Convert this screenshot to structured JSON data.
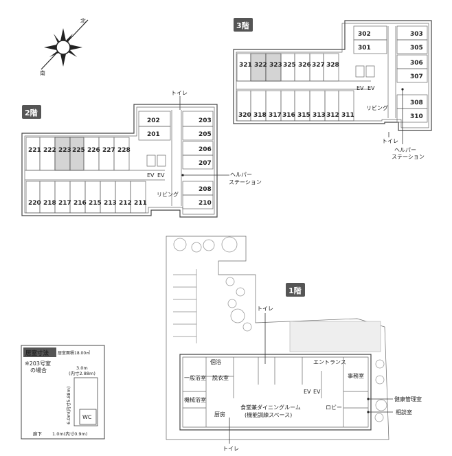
{
  "floors": {
    "f3": {
      "label": "3階",
      "rooms_top": [
        "321",
        "322",
        "323",
        "325",
        "326",
        "327",
        "328"
      ],
      "rooms_bottom": [
        "320",
        "318",
        "317",
        "316",
        "315",
        "313",
        "312",
        "311"
      ],
      "rooms_right": [
        "302",
        "301",
        "303",
        "305",
        "306",
        "307",
        "308",
        "310"
      ],
      "ev1": "EV",
      "ev2": "EV",
      "living": "リビング",
      "toilet": "トイレ",
      "helper1": "ヘルパー",
      "helper2": "ステーション"
    },
    "f2": {
      "label": "2階",
      "rooms_top": [
        "221",
        "222",
        "223",
        "225",
        "226",
        "227",
        "228"
      ],
      "rooms_bottom": [
        "220",
        "218",
        "217",
        "216",
        "215",
        "213",
        "212",
        "211"
      ],
      "rooms_right": [
        "202",
        "201",
        "203",
        "205",
        "206",
        "207",
        "208",
        "210"
      ],
      "ev1": "EV",
      "ev2": "EV",
      "living": "リビング",
      "toilet": "トイレ",
      "helper1": "ヘルパー",
      "helper2": "ステーション"
    },
    "f1": {
      "label": "1階",
      "toilet_top": "トイレ",
      "toilet_bottom": "トイレ",
      "bath_general": "一般浴室",
      "bath_machine": "機械浴室",
      "shower": "個浴",
      "dressing": "脱衣室",
      "kitchen": "厨房",
      "dining1": "食堂兼ダイニングルーム",
      "dining2": "(機能訓練スペース)",
      "lobby": "ロビー",
      "entrance": "エントランス",
      "office": "事務室",
      "health": "健康管理室",
      "consult": "相談室",
      "ev1": "EV",
      "ev2": "EV"
    }
  },
  "compass": {
    "north": "北",
    "south": "南"
  },
  "room_size": {
    "title": "居室寸法",
    "area": "居室面積18.00㎡",
    "note1": "※203号室",
    "note2": "の場合",
    "width": "3.0m",
    "width_inner": "(内寸2.88m)",
    "depth": "6.0m(内寸5.88m)",
    "wc": "WC",
    "corridor": "廊下",
    "corridor_w": "1.0m(内寸0.9m)"
  }
}
